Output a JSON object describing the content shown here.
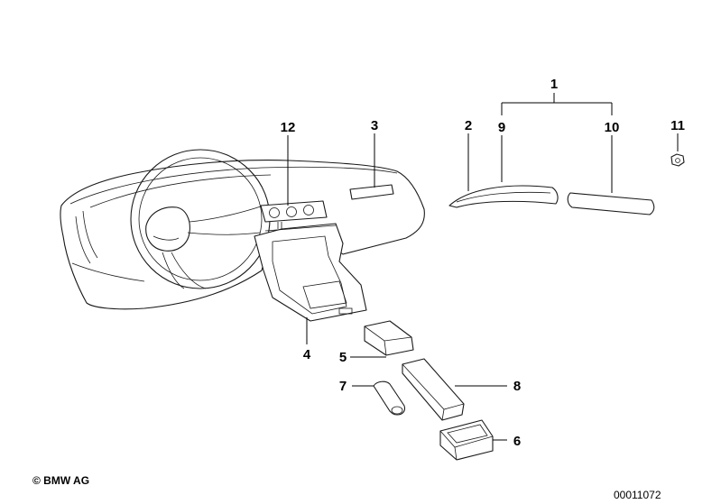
{
  "callouts": {
    "c1": "1",
    "c2": "2",
    "c3": "3",
    "c4": "4",
    "c5": "5",
    "c6": "6",
    "c7": "7",
    "c8": "8",
    "c9": "9",
    "c10": "10",
    "c11": "11",
    "c12": "12"
  },
  "footer": {
    "copyright": "© BMW AG",
    "diagram_id": "00011072"
  }
}
